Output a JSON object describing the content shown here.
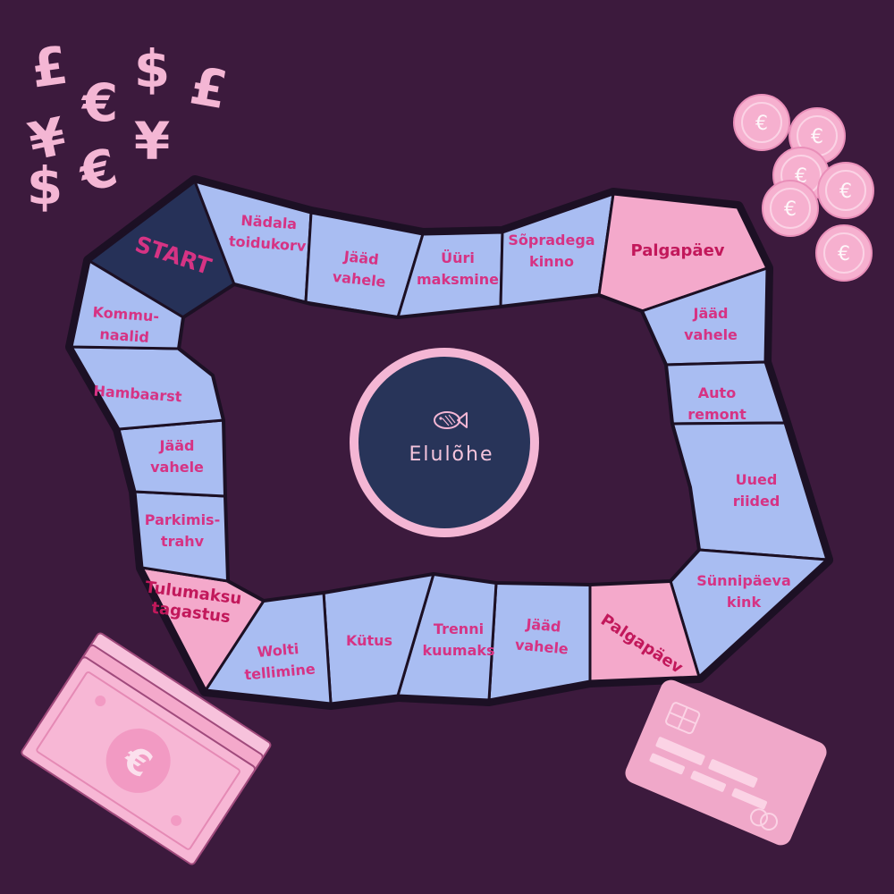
{
  "board": {
    "center_title": "Elulõhe",
    "start_label": "START",
    "spaces": [
      {
        "id": "nadala-toidukorv",
        "lines": [
          "Nädala",
          "toidukorv"
        ]
      },
      {
        "id": "jaad-vahele-1",
        "lines": [
          "Jääd",
          "vahele"
        ]
      },
      {
        "id": "uuri-maksmine",
        "lines": [
          "Üüri",
          "maksmine"
        ]
      },
      {
        "id": "sopradega-kinno",
        "lines": [
          "Sõpradega",
          "kinno"
        ]
      },
      {
        "id": "palgapaev-1",
        "lines": [
          "Palgapäev"
        ]
      },
      {
        "id": "jaad-vahele-2",
        "lines": [
          "Jääd",
          "vahele"
        ]
      },
      {
        "id": "auto-remont",
        "lines": [
          "Auto",
          "remont"
        ]
      },
      {
        "id": "uued-riided",
        "lines": [
          "Uued",
          "riided"
        ]
      },
      {
        "id": "sunnipaeva-kink",
        "lines": [
          "Sünnipäeva",
          "kink"
        ]
      },
      {
        "id": "palgapaev-2",
        "lines": [
          "Palgapäev"
        ]
      },
      {
        "id": "jaad-vahele-3",
        "lines": [
          "Jääd",
          "vahele"
        ]
      },
      {
        "id": "trenni-kuumaks",
        "lines": [
          "Trenni",
          "kuumaks"
        ]
      },
      {
        "id": "kutus",
        "lines": [
          "Kütus"
        ]
      },
      {
        "id": "wolti-tellimine",
        "lines": [
          "Wolti",
          "tellimine"
        ]
      },
      {
        "id": "tulumaksu-tagastus",
        "lines": [
          "Tulumaksu",
          "tagastus"
        ]
      },
      {
        "id": "parkimistrahv",
        "lines": [
          "Parkimis-",
          "trahv"
        ]
      },
      {
        "id": "jaad-vahele-4",
        "lines": [
          "Jääd",
          "vahele"
        ]
      },
      {
        "id": "hambaarst",
        "lines": [
          "Hambaarst"
        ]
      },
      {
        "id": "kommunaalid",
        "lines": [
          "Kommu-",
          "naalid"
        ]
      }
    ]
  },
  "decor": {
    "currency_symbols": [
      "£",
      "€",
      "$",
      "£",
      "¥",
      "¥",
      "$",
      "€",
      "¥"
    ],
    "coin_symbol": "€",
    "banknote_symbol": "€"
  },
  "colors": {
    "background": "#3c1a3d",
    "space_blue": "#a9bdf2",
    "space_pink": "#f4a9cb",
    "start_navy": "#263158",
    "label_pink": "#d63384",
    "decor_pink": "#f4b6d4"
  }
}
